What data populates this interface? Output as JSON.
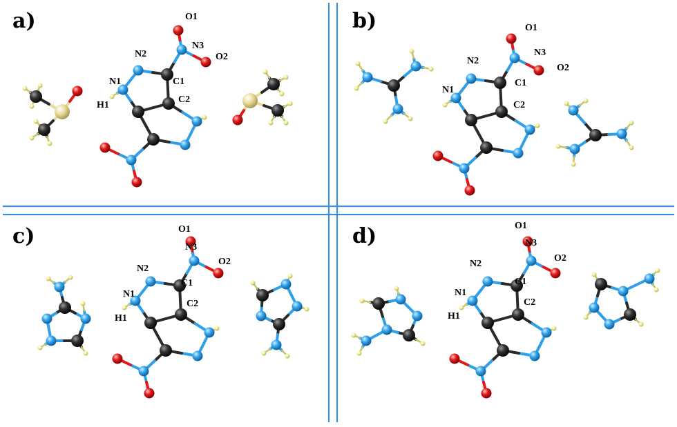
{
  "panels": [
    {
      "id": "a",
      "label": "a)",
      "central_molecule": {
        "atom_labels": [
          "O1",
          "N3",
          "O2",
          "N2",
          "N1",
          "C1",
          "H1",
          "C2"
        ]
      },
      "counterions": [
        {
          "type": "dimethyl-sulfoxide"
        },
        {
          "type": "dimethyl-sulfoxide"
        }
      ]
    },
    {
      "id": "b",
      "label": "b)",
      "central_molecule": {
        "atom_labels": [
          "O1",
          "N3",
          "O2",
          "N2",
          "N1",
          "C1",
          "C2"
        ]
      },
      "counterions": [
        {
          "type": "guanidinium"
        },
        {
          "type": "guanidinium"
        }
      ]
    },
    {
      "id": "c",
      "label": "c)",
      "central_molecule": {
        "atom_labels": [
          "O1",
          "N3",
          "O2",
          "N2",
          "N1",
          "C1",
          "C2",
          "H1"
        ]
      },
      "counterions": [
        {
          "type": "aminotriazolium"
        },
        {
          "type": "aminotriazolium"
        }
      ]
    },
    {
      "id": "d",
      "label": "d)",
      "central_molecule": {
        "atom_labels": [
          "O1",
          "N3",
          "O2",
          "N2",
          "C1",
          "N1",
          "C2",
          "H1"
        ]
      },
      "counterions": [
        {
          "type": "aminotriazolium"
        },
        {
          "type": "aminotriazolium"
        }
      ]
    }
  ],
  "colors": {
    "carbon": "#2a2a2a",
    "nitrogen": "#2f9fe8",
    "oxygen": "#e01818",
    "hydrogen": "#f2ee9a",
    "sulfur": "#e8dc98",
    "bond": "#1a1a1a",
    "divider": "#3a8fd8"
  }
}
